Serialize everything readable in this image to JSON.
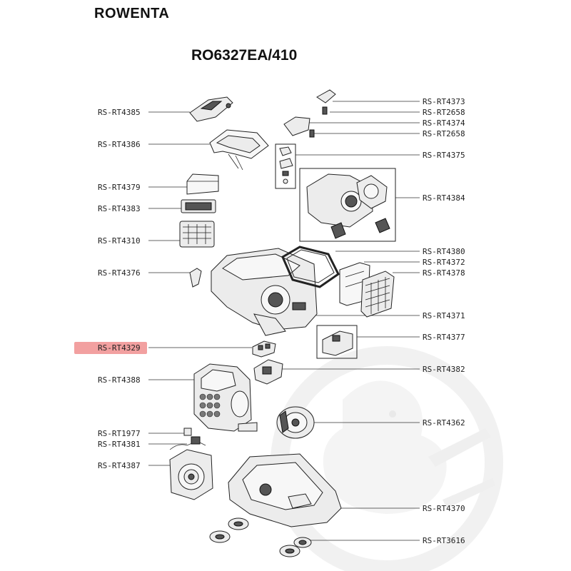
{
  "brand": "ROWENTA",
  "model": "RO6327EA/410",
  "highlight_color": "#f2a0a0",
  "parts_left": [
    {
      "id": "rt4385",
      "code": "RS-RT4385"
    },
    {
      "id": "rt4386",
      "code": "RS-RT4386"
    },
    {
      "id": "rt4379",
      "code": "RS-RT4379"
    },
    {
      "id": "rt4383",
      "code": "RS-RT4383"
    },
    {
      "id": "rt4310",
      "code": "RS-RT4310"
    },
    {
      "id": "rt4376",
      "code": "RS-RT4376"
    },
    {
      "id": "rt4329",
      "code": "RS-RT4329",
      "highlighted": true
    },
    {
      "id": "rt4388",
      "code": "RS-RT4388"
    },
    {
      "id": "rt1977",
      "code": "RS-RT1977"
    },
    {
      "id": "rt4381",
      "code": "RS-RT4381"
    },
    {
      "id": "rt4387",
      "code": "RS-RT4387"
    }
  ],
  "parts_right": [
    {
      "id": "rt4373",
      "code": "RS-RT4373"
    },
    {
      "id": "rt2658a",
      "code": "RS-RT2658"
    },
    {
      "id": "rt4374",
      "code": "RS-RT4374"
    },
    {
      "id": "rt2658b",
      "code": "RS-RT2658"
    },
    {
      "id": "rt4375",
      "code": "RS-RT4375"
    },
    {
      "id": "rt4384",
      "code": "RS-RT4384"
    },
    {
      "id": "rt4380",
      "code": "RS-RT4380"
    },
    {
      "id": "rt4372",
      "code": "RS-RT4372"
    },
    {
      "id": "rt4378",
      "code": "RS-RT4378"
    },
    {
      "id": "rt4371",
      "code": "RS-RT4371"
    },
    {
      "id": "rt4377",
      "code": "RS-RT4377"
    },
    {
      "id": "rt4382",
      "code": "RS-RT4382"
    },
    {
      "id": "rt4362",
      "code": "RS-RT4362"
    },
    {
      "id": "rt4370",
      "code": "RS-RT4370"
    },
    {
      "id": "rt3616",
      "code": "RS-RT3616"
    }
  ]
}
